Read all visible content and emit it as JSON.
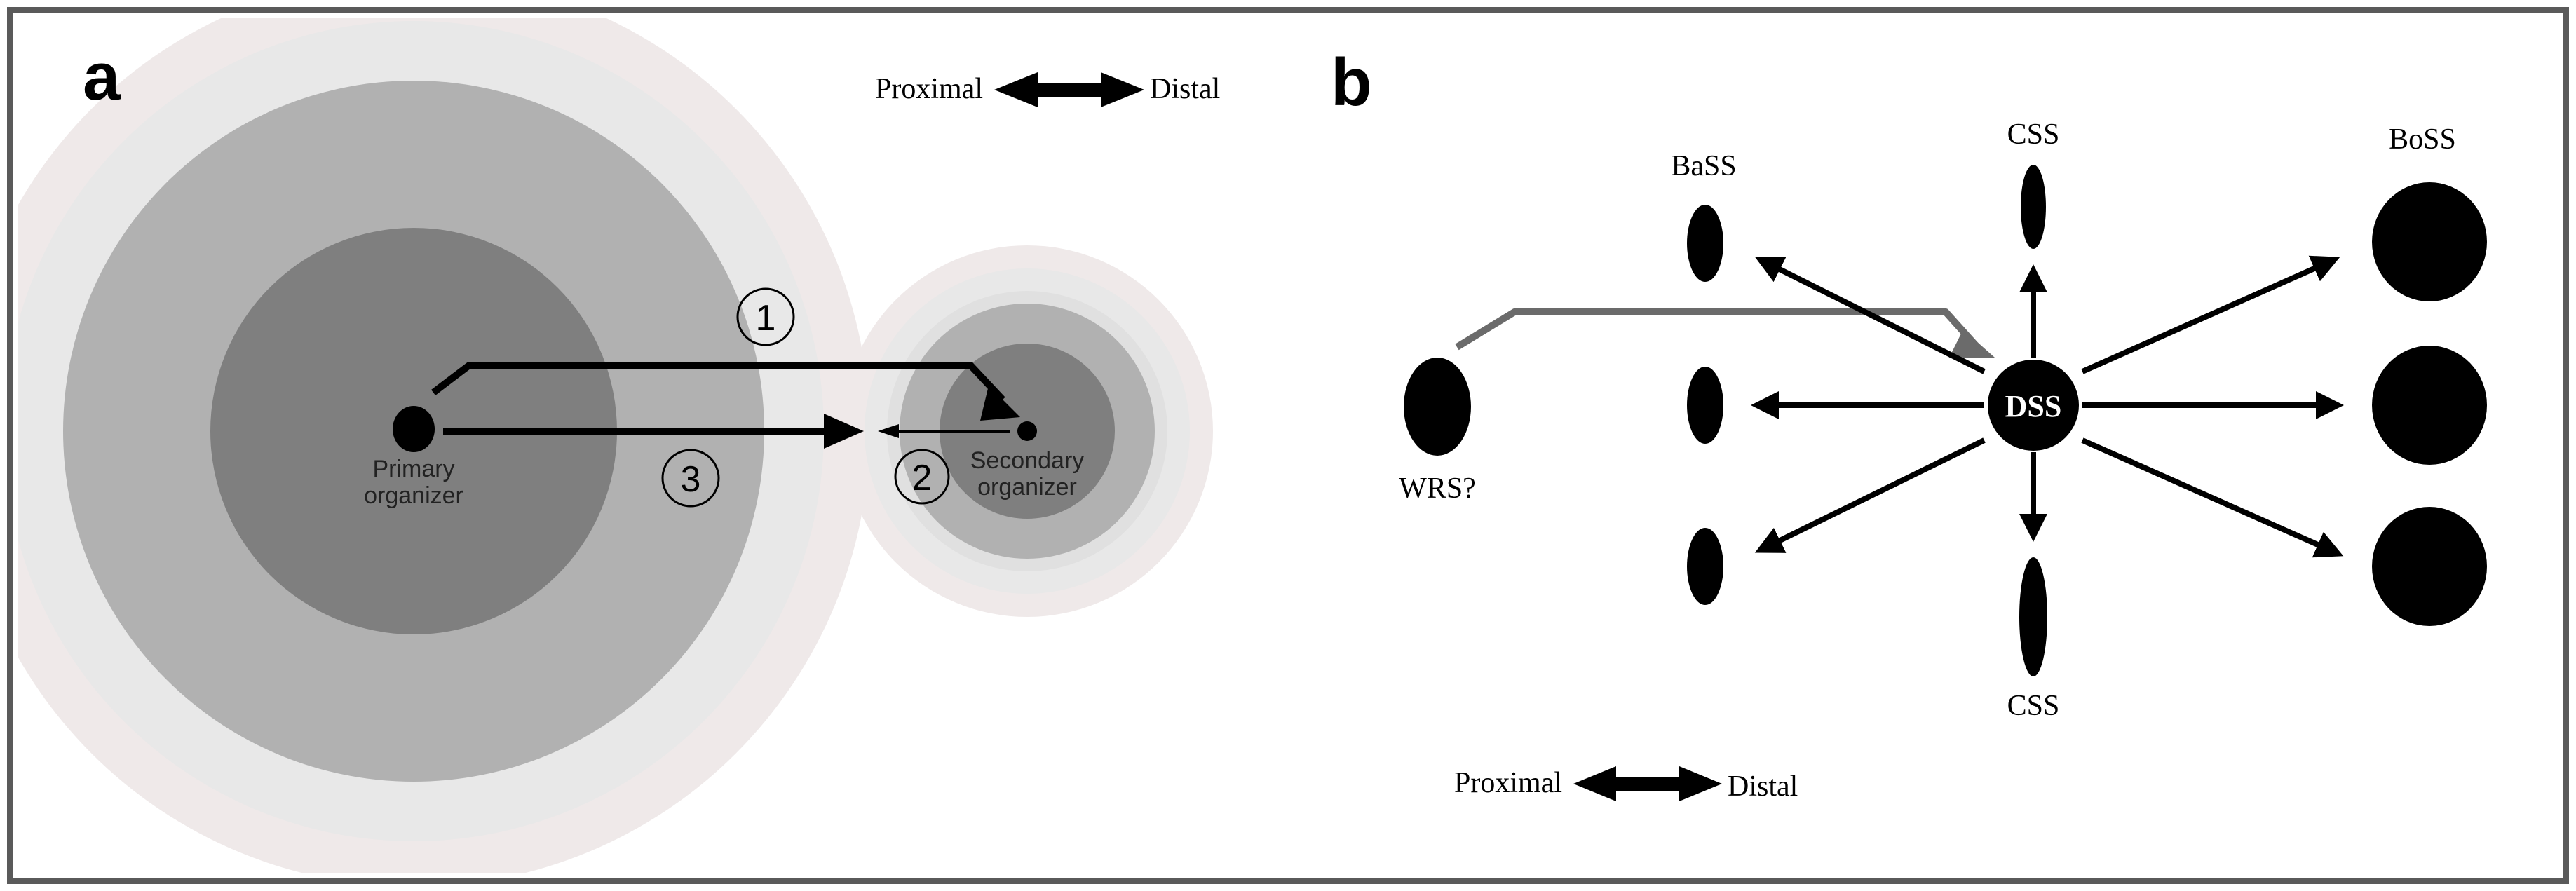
{
  "panel_a": {
    "label": "a",
    "direction": {
      "left": "Proximal",
      "right": "Distal"
    },
    "primary_organizer": {
      "line1": "Primary",
      "line2": "organizer"
    },
    "secondary_organizer": {
      "line1": "Secondary",
      "line2": "organizer"
    },
    "step_numbers": [
      "1",
      "2",
      "3"
    ]
  },
  "panel_b": {
    "label": "b",
    "labels": {
      "bass": "BaSS",
      "css_top": "CSS",
      "boss": "BoSS",
      "wrs": "WRS?",
      "dss": "DSS",
      "css_bottom": "CSS"
    },
    "direction": {
      "left": "Proximal",
      "right": "Distal"
    }
  },
  "colors": {
    "zone_outer": "#efe9e9",
    "zone_light": "#e8e8e8",
    "zone_mid": "#b1b1b1",
    "zone_dark": "#7f7f7f",
    "ink": "#000000",
    "gray_arrow": "#6b6b6b",
    "frame": "#5a5a5a"
  }
}
